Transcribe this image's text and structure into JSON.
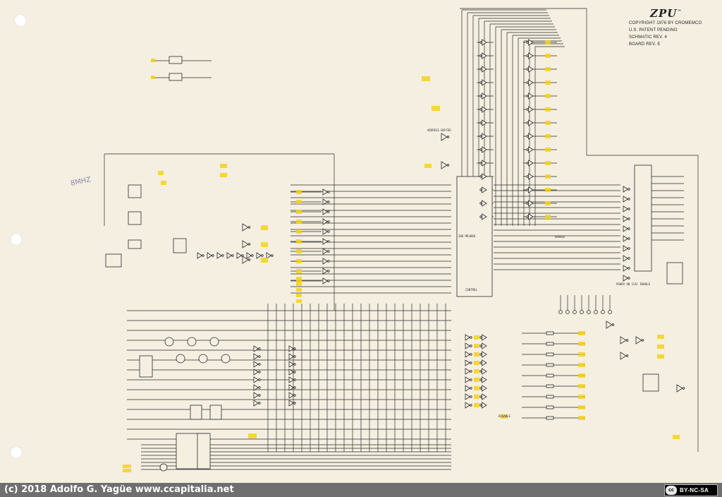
{
  "title_block": {
    "title": "ZPU",
    "trademark": "™",
    "lines": [
      "COPYRIGHT 1976 BY CROMEMCO",
      "U.S. PATENT PENDING",
      "SCHMATIC REV. 4",
      "BOARD REV. E"
    ]
  },
  "annotation": "8MHZ",
  "footer": {
    "credit": "(c) 2018 Adolfo G. Yagüe  www.ccapitalia.net",
    "license_icon": "cc",
    "license_text": "BY-NC-SA"
  },
  "colors": {
    "paper": "#f4efe1",
    "ink": "#2a2a2a",
    "highlight": "#f3d21a",
    "footer": "#6f6f6f"
  },
  "labels": {
    "cpu": "Z80 MK3880",
    "control": "CONTROL",
    "address_buffer": "ADDRESS BUFFER",
    "power_on_reset": "POWER ON CLR/ ENABLE",
    "enable": "ENABLE",
    "disable": "DISABLE"
  }
}
